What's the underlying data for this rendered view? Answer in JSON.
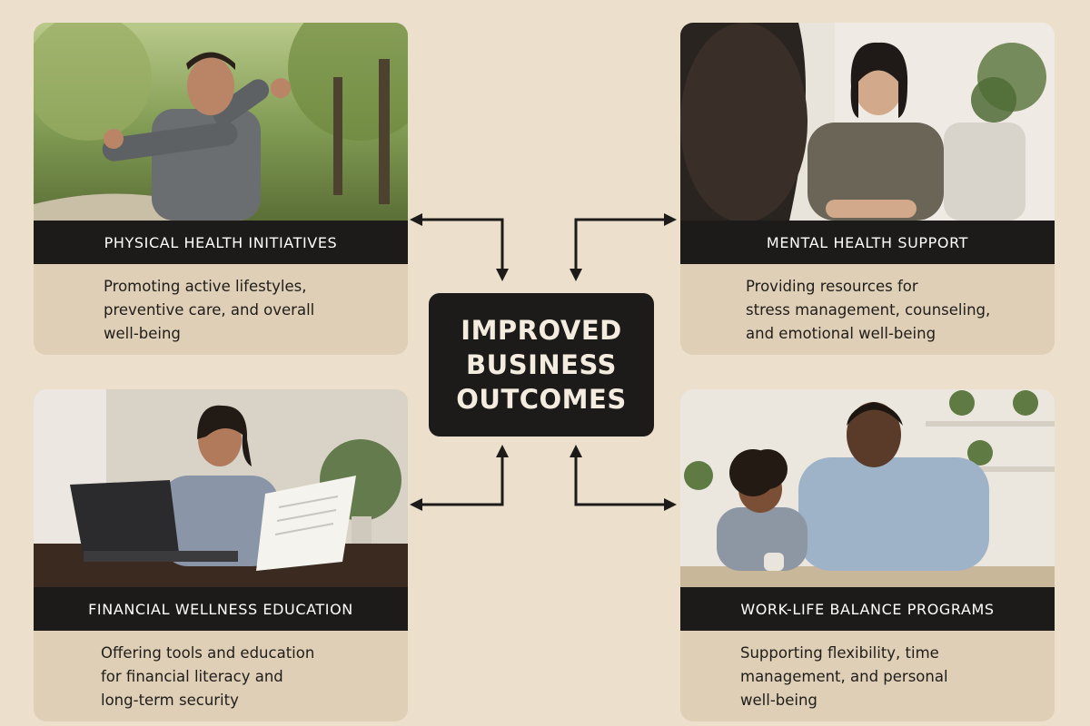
{
  "center": {
    "label": "IMPROVED\nBUSINESS\nOUTCOMES"
  },
  "cards": {
    "physical": {
      "title": "PHYSICAL HEALTH INITIATIVES",
      "description_lines": [
        "Promoting active lifestyles,",
        "preventive care, and overall",
        "well-being"
      ],
      "photo": "man-stretching-in-park"
    },
    "mental": {
      "title": "MENTAL HEALTH SUPPORT",
      "description_lines": [
        "Providing resources for",
        "stress management, counseling,",
        "and emotional well-being"
      ],
      "photo": "counselor-session"
    },
    "financial": {
      "title": "FINANCIAL WELLNESS EDUCATION",
      "description_lines": [
        "Offering tools and education",
        "for financial literacy and",
        "long-term security"
      ],
      "photo": "woman-laptop-reviewing-document"
    },
    "worklife": {
      "title": "WORK-LIFE BALANCE PROGRAMS",
      "description_lines": [
        "Supporting flexibility, time",
        "management, and personal",
        "well-being"
      ],
      "photo": "father-and-child-at-table"
    }
  },
  "colors": {
    "background": "#ecdfcc",
    "card": "#dfcfb6",
    "dark": "#1c1b1a",
    "hub_text": "#f4ecdf"
  }
}
